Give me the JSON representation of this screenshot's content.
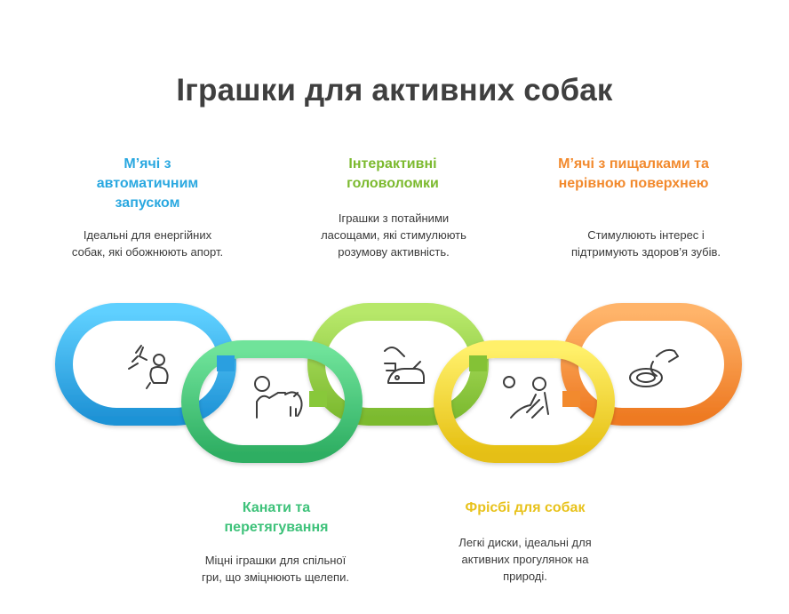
{
  "title": "Іграшки для активних собак",
  "items": [
    {
      "heading": "М’ячі з автоматичним запуском",
      "description": "Ідеальні для енергійних собак, які обожнюють апорт.",
      "color": "#2aa8e0",
      "icon": "ball-launcher-icon"
    },
    {
      "heading": "Канати та перетягування",
      "description": "Міцні іграшки для спільної гри, що зміцнюють щелепи.",
      "color": "#3ec27a",
      "icon": "tug-of-war-icon"
    },
    {
      "heading": "Інтерактивні головоломки",
      "description": "Іграшки з потайними ласощами, які стимулюють розумову активність.",
      "color": "#8cc63f",
      "icon": "puzzle-dog-icon"
    },
    {
      "heading": "Фрісбі для собак",
      "description": "Легкі диски, ідеальні для активних прогулянок на природі.",
      "color": "#e8c21b",
      "icon": "frisbee-throw-icon"
    },
    {
      "heading": "М’ячі з пищалками та нерівною поверхнею",
      "description": "Стимулюють інтерес і підтримують здоров’я зубів.",
      "color": "#f28a2e",
      "icon": "squeaky-ball-dog-icon"
    }
  ]
}
